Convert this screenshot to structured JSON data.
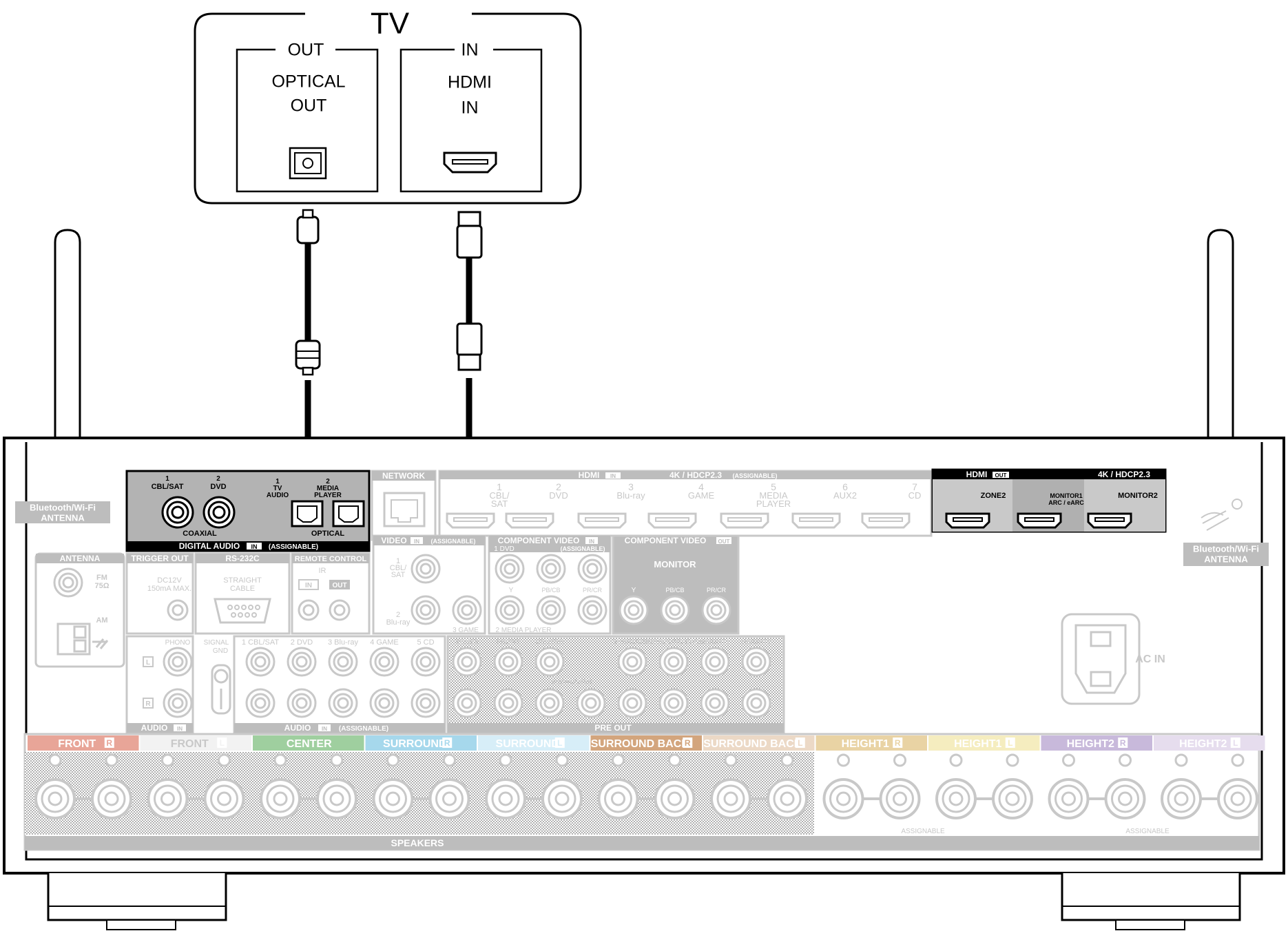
{
  "tv": {
    "title": "TV",
    "out_group": "OUT",
    "optical_out_line1": "OPTICAL",
    "optical_out_line2": "OUT",
    "in_group": "IN",
    "hdmi_in_line1": "HDMI",
    "hdmi_in_line2": "IN"
  },
  "antenna": {
    "left_line1": "Bluetooth/Wi-Fi",
    "left_line2": "ANTENNA",
    "right_line1": "Bluetooth/Wi-Fi",
    "right_line2": "ANTENNA"
  },
  "digital_audio": {
    "jacks": [
      {
        "num": "1",
        "label": "CBL/SAT"
      },
      {
        "num": "2",
        "label": "DVD"
      },
      {
        "num": "1",
        "label": "TV",
        "label2": "AUDIO"
      },
      {
        "num": "2",
        "label": "MEDIA",
        "label2": "PLAYER"
      }
    ],
    "coaxial": "COAXIAL",
    "optical": "OPTICAL",
    "title": "DIGITAL AUDIO",
    "in_badge": "IN",
    "assignable": "(ASSIGNABLE)"
  },
  "network": "NETWORK",
  "hdmi_in": {
    "title": "HDMI",
    "badge": "IN",
    "spec": "4K / HDCP2.3",
    "assignable": "(ASSIGNABLE)",
    "inputs": [
      {
        "num": "1",
        "l1": "CBL/",
        "l2": "SAT"
      },
      {
        "num": "2",
        "l1": "DVD",
        "l2": ""
      },
      {
        "num": "3",
        "l1": "Blu-ray",
        "l2": ""
      },
      {
        "num": "4",
        "l1": "GAME",
        "l2": ""
      },
      {
        "num": "5",
        "l1": "MEDIA",
        "l2": "PLAYER"
      },
      {
        "num": "6",
        "l1": "AUX2",
        "l2": ""
      },
      {
        "num": "7",
        "l1": "CD",
        "l2": ""
      }
    ]
  },
  "hdmi_out": {
    "title": "HDMI",
    "badge": "OUT",
    "spec": "4K / HDCP2.3",
    "zone2": "ZONE2",
    "monitor1": "MONITOR1",
    "monitor1_sub": "ARC / eARC",
    "monitor2": "MONITOR2"
  },
  "antenna_block": {
    "title": "ANTENNA",
    "fm": "FM",
    "ohm": "75Ω",
    "am": "AM"
  },
  "trigger": {
    "title": "TRIGGER OUT",
    "l1": "DC12V",
    "l2": "150mA MAX."
  },
  "rs232": {
    "title": "RS-232C",
    "l1": "STRAIGHT",
    "l2": "CABLE"
  },
  "remote": {
    "title": "REMOTE CONTROL",
    "ir": "IR",
    "in": "IN",
    "out": "OUT"
  },
  "video_in": {
    "title": "VIDEO",
    "badge": "IN",
    "assignable": "(ASSIGNABLE)",
    "j1": "1",
    "j1a": "CBL/",
    "j1b": "SAT",
    "j2": "2",
    "j2a": "Blu-ray",
    "j3": "3 GAME"
  },
  "comp_in": {
    "title": "COMPONENT VIDEO",
    "badge": "IN",
    "assignable": "(ASSIGNABLE)",
    "dvd": "1 DVD",
    "y": "Y",
    "pb": "PB/CB",
    "pr": "PR/CR",
    "mp": "2 MEDIA PLAYER"
  },
  "comp_out": {
    "title": "COMPONENT VIDEO",
    "badge": "OUT",
    "monitor": "MONITOR",
    "y": "Y",
    "pb": "PB/CB",
    "pr": "PR/CR"
  },
  "ac_in": "AC IN",
  "audio_in_left": {
    "phono": "PHONO",
    "l": "L",
    "r": "R",
    "title": "AUDIO",
    "badge": "IN",
    "signal": "SIGNAL",
    "gnd": "GND"
  },
  "audio_in": {
    "labels": [
      "1 CBL/SAT",
      "2 DVD",
      "3 Blu-ray",
      "4 GAME",
      "5 CD"
    ],
    "title": "AUDIO",
    "badge": "IN",
    "assignable": "(ASSIGNABLE)"
  },
  "pre_out": {
    "labels": [
      "ZONE2",
      "FRONT",
      "CENTER",
      "SURROUND",
      "SURROUND BACK",
      "HEIGHT1",
      "HEIGHT2"
    ],
    "subwoofer": "SUBWOOFER",
    "title": "PRE OUT"
  },
  "speakers": {
    "channels": [
      {
        "name": "FRONT",
        "side": "R",
        "color": "#e8a598"
      },
      {
        "name": "FRONT",
        "side": "L",
        "color": "#f2f2f2"
      },
      {
        "name": "CENTER",
        "side": "",
        "color": "#9fcf9f"
      },
      {
        "name": "SURROUND",
        "side": "R",
        "color": "#a6d8ec"
      },
      {
        "name": "SURROUND",
        "side": "L",
        "color": "#d7eef8"
      },
      {
        "name": "SURROUND BACK",
        "side": "R",
        "color": "#d3a57d"
      },
      {
        "name": "SURROUND BACK",
        "side": "L",
        "color": "#ecd9c6"
      },
      {
        "name": "HEIGHT1",
        "side": "R",
        "color": "#e9d3a4"
      },
      {
        "name": "HEIGHT1",
        "side": "L",
        "color": "#f5edbf"
      },
      {
        "name": "HEIGHT2",
        "side": "R",
        "color": "#c8b9db"
      },
      {
        "name": "HEIGHT2",
        "side": "L",
        "color": "#e6ddee"
      }
    ],
    "title": "SPEAKERS",
    "assignable1": "ASSIGNABLE",
    "assignable2": "ASSIGNABLE"
  },
  "colors": {
    "frame": "#000000",
    "panel": "#bdbdbd",
    "panel_text": "#ffffff",
    "faded": "#c8c8c8",
    "highlight_bg": "#b0b0b0"
  }
}
